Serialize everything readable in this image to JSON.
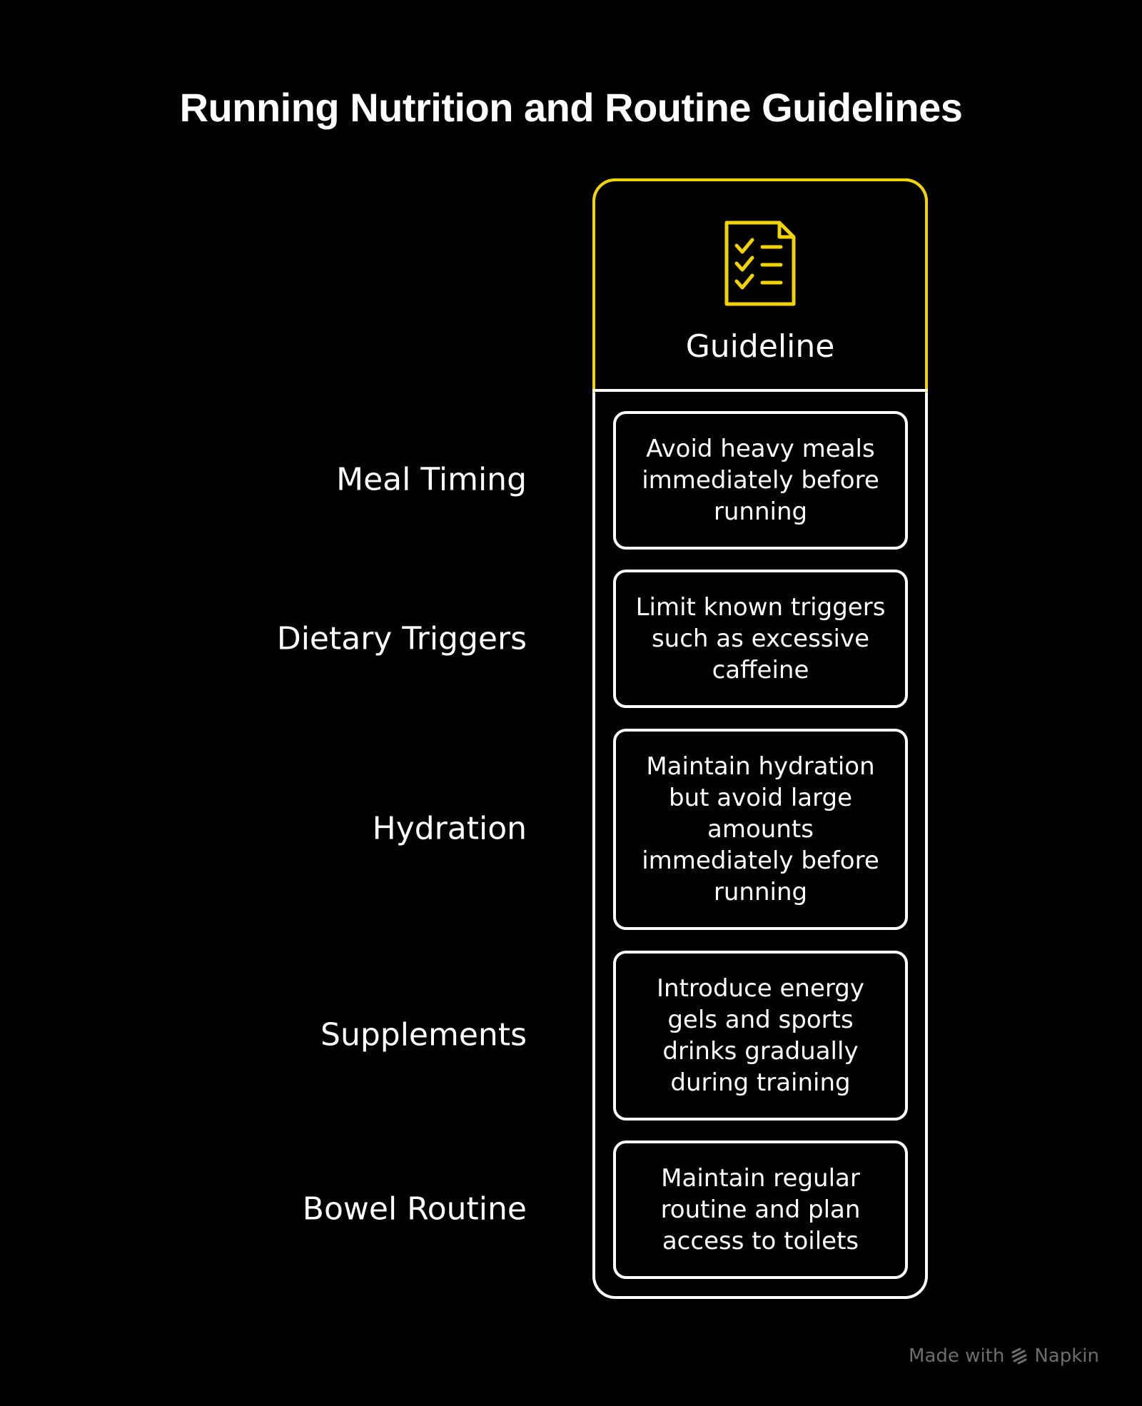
{
  "title": "Running Nutrition and Routine Guidelines",
  "column": {
    "header_label": "Guideline",
    "header_icon": "checklist-icon"
  },
  "rows": [
    {
      "label": "Meal Timing",
      "guideline": "Avoid heavy meals immediately before running"
    },
    {
      "label": "Dietary Triggers",
      "guideline": "Limit known triggers such as excessive caffeine"
    },
    {
      "label": "Hydration",
      "guideline": "Maintain hydration but avoid large amounts immediately before running"
    },
    {
      "label": "Supplements",
      "guideline": "Introduce energy gels and sports drinks gradually during training"
    },
    {
      "label": "Bowel Routine",
      "guideline": "Maintain regular routine and plan access to toilets"
    }
  ],
  "footer": {
    "made_with": "Made with",
    "brand": "Napkin",
    "brand_icon": "napkin-logo-icon"
  },
  "colors": {
    "background": "#000000",
    "accent": "#F2D300",
    "text": "#FFFFFF",
    "footer_text": "#6E6E6E"
  }
}
